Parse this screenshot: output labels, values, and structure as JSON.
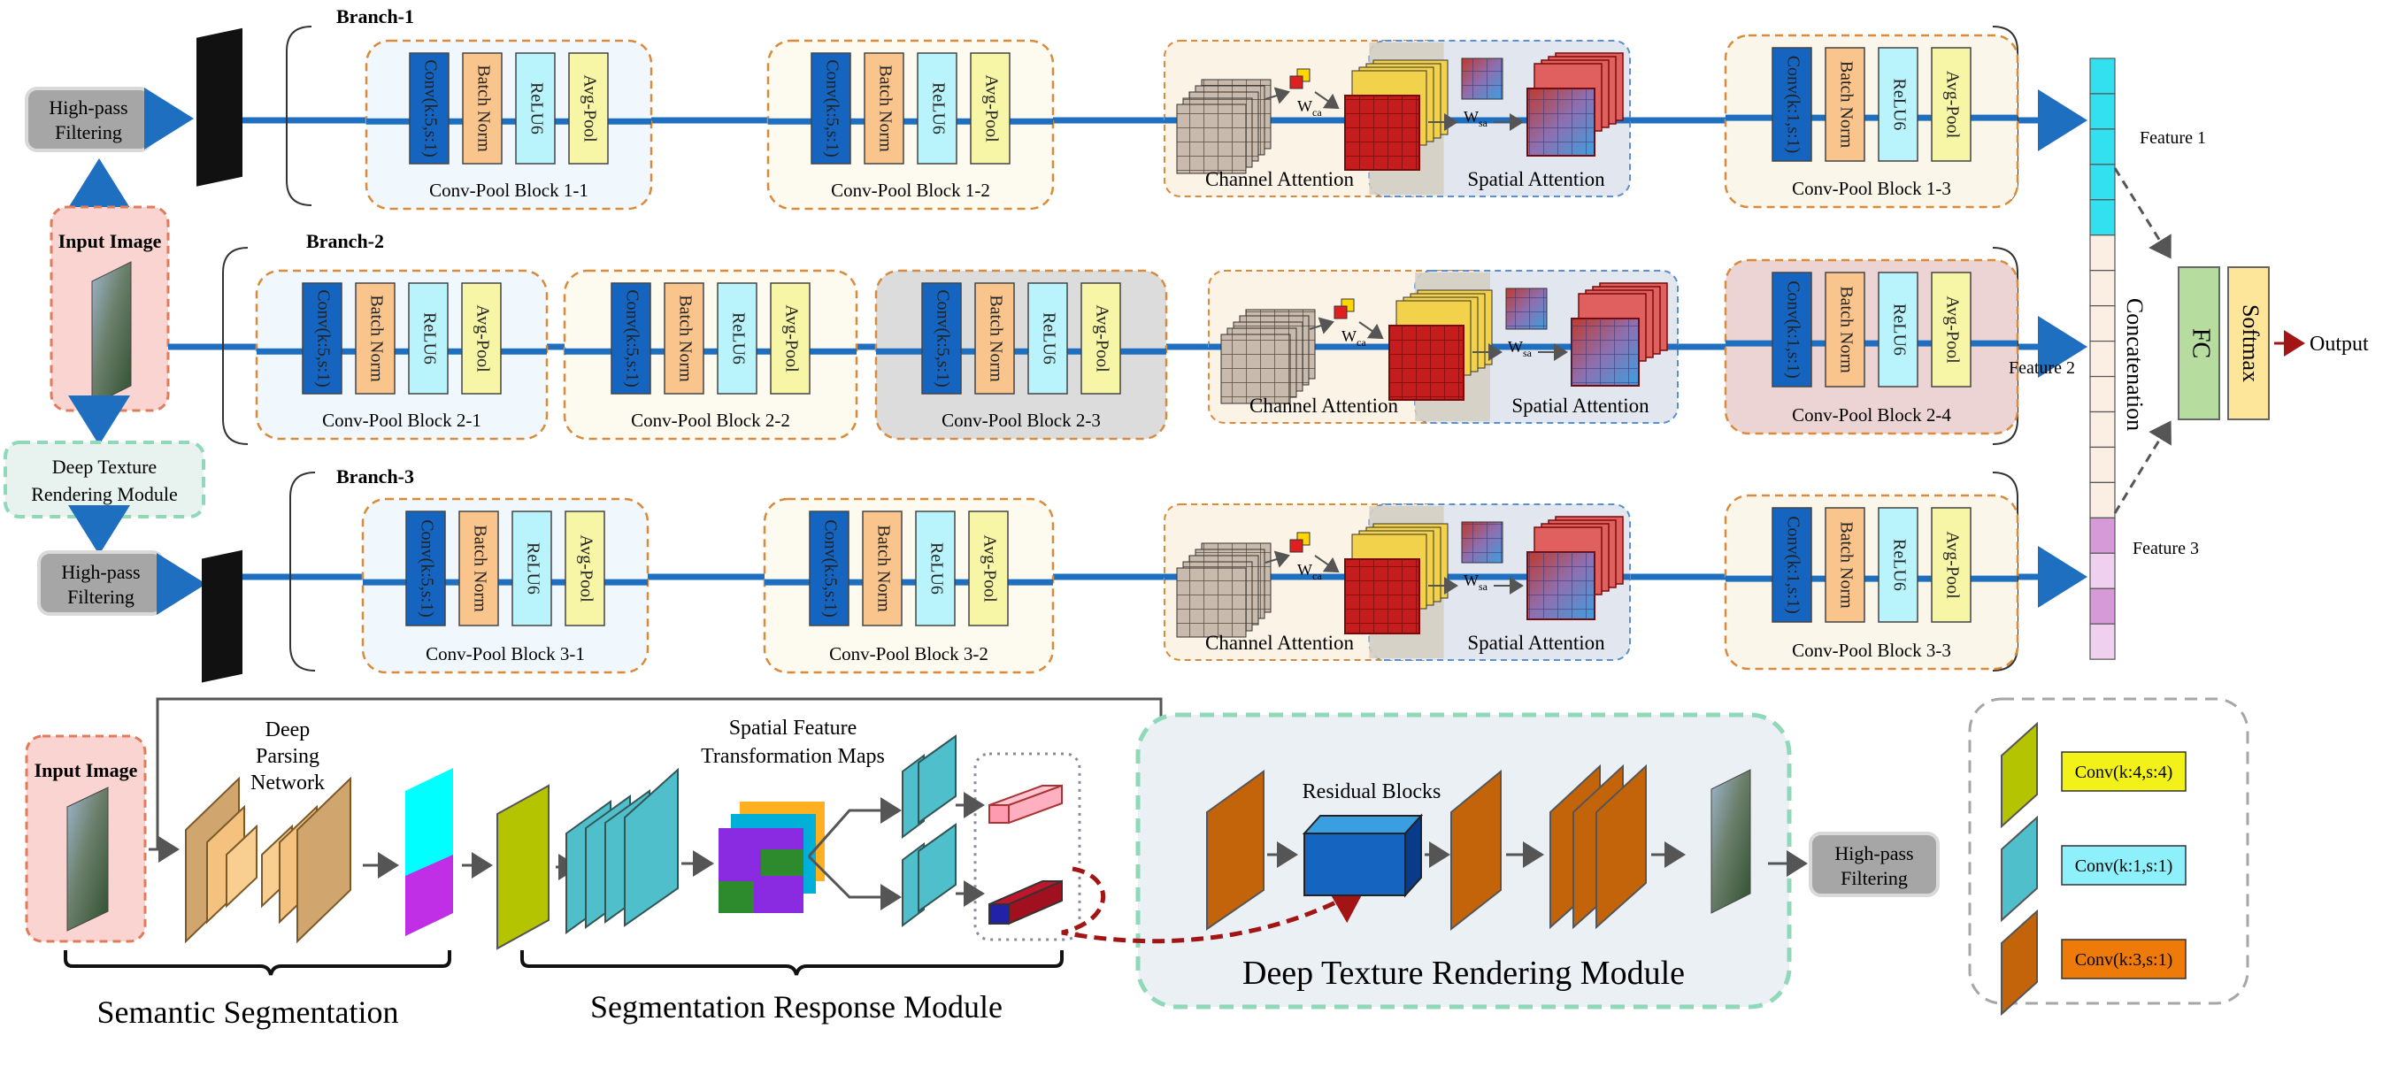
{
  "branch_labels": [
    "Branch-1",
    "Branch-2",
    "Branch-3"
  ],
  "input_image": "Input Image",
  "high_pass": [
    "High-pass",
    "Filtering"
  ],
  "dtrm_small": [
    "Deep Texture",
    "Rendering Module"
  ],
  "layer_labels": {
    "conv5": "Conv(k:5,s:1)",
    "conv1": "Conv(k:1,s:1)",
    "bn": "Batch Norm",
    "relu": "ReLU6",
    "pool": "Avg-Pool"
  },
  "blocks": {
    "b11": "Conv-Pool Block 1-1",
    "b12": "Conv-Pool Block 1-2",
    "b13": "Conv-Pool Block 1-3",
    "b21": "Conv-Pool Block 2-1",
    "b22": "Conv-Pool Block 2-2",
    "b23": "Conv-Pool Block 2-3",
    "b24": "Conv-Pool Block 2-4",
    "b31": "Conv-Pool Block 3-1",
    "b32": "Conv-Pool Block 3-2",
    "b33": "Conv-Pool Block 3-3"
  },
  "attention": {
    "channel": "Channel Attention",
    "spatial": "Spatial Attention",
    "wca": "W",
    "wca_sub": "ca",
    "wsa": "W",
    "wsa_sub": "sa"
  },
  "features": [
    "Feature 1",
    "Feature 2",
    "Feature 3"
  ],
  "concatenation": "Concatenation",
  "fc": "FC",
  "softmax": "Softmax",
  "output": "Output",
  "bottom": {
    "input_image": "Input Image",
    "deep_parsing": [
      "Deep",
      "Parsing",
      "Network"
    ],
    "sft_maps": [
      "Spatial Feature",
      "Transformation  Maps"
    ],
    "residual_blocks": "Residual  Blocks",
    "semantic_segmentation": "Semantic Segmentation",
    "segmentation_response": "Segmentation Response Module",
    "dtrm_title": "Deep Texture Rendering Module",
    "high_pass": [
      "High-pass",
      "Filtering"
    ]
  },
  "legend": [
    {
      "label": "Conv(k:4,s:4)",
      "color": "#f2f21a",
      "shape": "#b5c400"
    },
    {
      "label": "Conv(k:1,s:1)",
      "color": "#8ef0fa",
      "shape": "#4fbfcc"
    },
    {
      "label": "Conv(k:3,s:1)",
      "color": "#ee7a0a",
      "shape": "#c4640a"
    }
  ],
  "colors": {
    "conv": "#1565c0",
    "bn": "#f9c58d",
    "relu": "#b9f3fb",
    "pool": "#f7f5a6",
    "line": "#1f6fc0",
    "fc": "#b7dca0",
    "softmax": "#fde59a"
  }
}
